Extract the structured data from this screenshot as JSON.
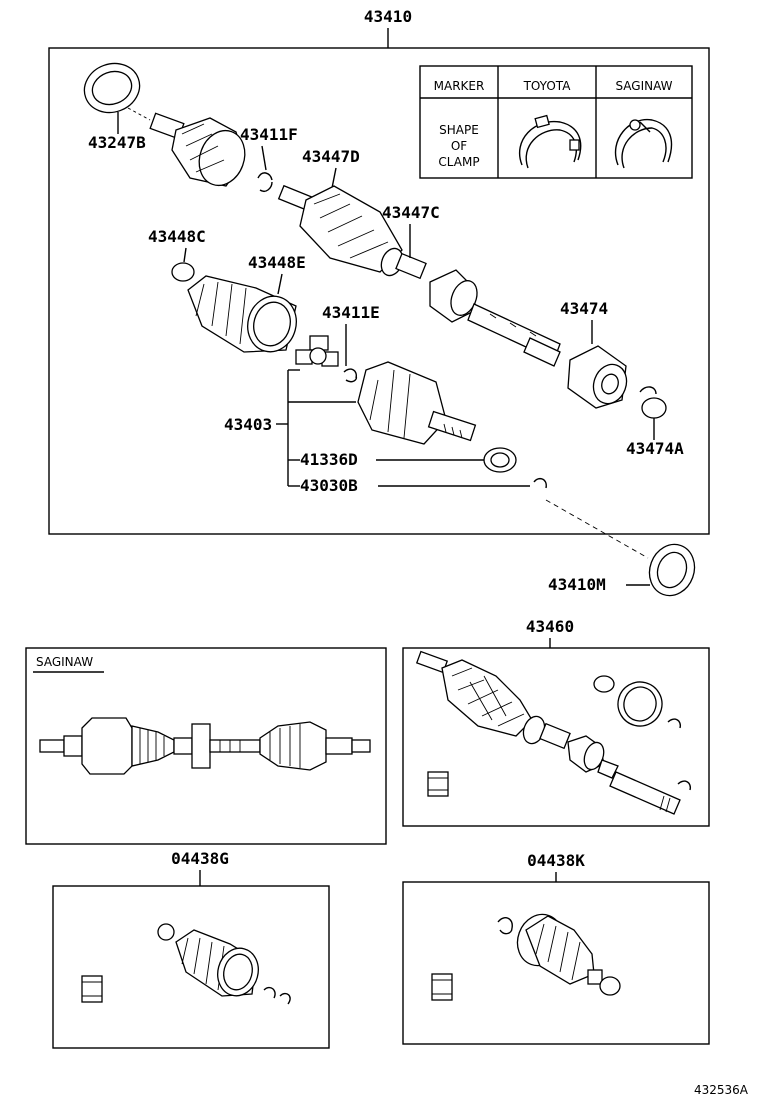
{
  "labels": {
    "main_assembly": "43410",
    "p43247b": "43247B",
    "p43411f": "43411F",
    "p43447d": "43447D",
    "p43447c": "43447C",
    "p43448c": "43448C",
    "p43448e": "43448E",
    "p43411e": "43411E",
    "p43474": "43474",
    "p43403": "43403",
    "p41336d": "41336D",
    "p43030b": "43030B",
    "p43474a": "43474A",
    "p43410m": "43410M",
    "p43460": "43460",
    "p04438g": "04438G",
    "p04438k": "04438K",
    "saginaw_box": "SAGINAW",
    "figure_id": "432536A"
  },
  "clamp_table": {
    "col_marker": "MARKER",
    "col_toyota": "TOYOTA",
    "col_saginaw": "SAGINAW",
    "row_label_1": "SHAPE",
    "row_label_2": "OF",
    "row_label_3": "CLAMP"
  }
}
